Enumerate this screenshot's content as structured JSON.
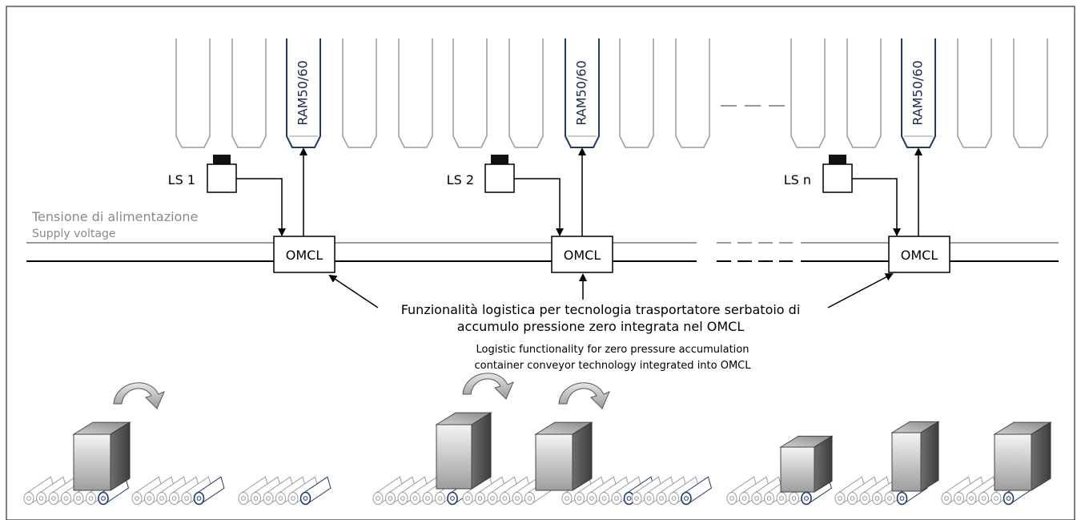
{
  "drive_label": "RAM50/60",
  "sensors": [
    {
      "label": "LS 1"
    },
    {
      "label": "LS 2"
    },
    {
      "label": "LS n"
    }
  ],
  "controller_label": "OMCL",
  "supply": {
    "italian": "Tensione di alimentazione",
    "english": "Supply voltage"
  },
  "description": {
    "italian_line1": "Funzionalità logistica per tecnologia trasportatore serbatoio di",
    "italian_line2": "accumulo pressione zero integrata nel OMCL",
    "english_line1": "Logistic functionality for zero pressure accumulation",
    "english_line2": "container conveyor technology integrated into OMCL"
  },
  "colors": {
    "roller_outline": "#9a9a9a",
    "drive_roller": "#1f3a6b",
    "supply_line": "#9a9a9a",
    "bus_line": "#000000",
    "supply_text": "#8a8a8a"
  }
}
